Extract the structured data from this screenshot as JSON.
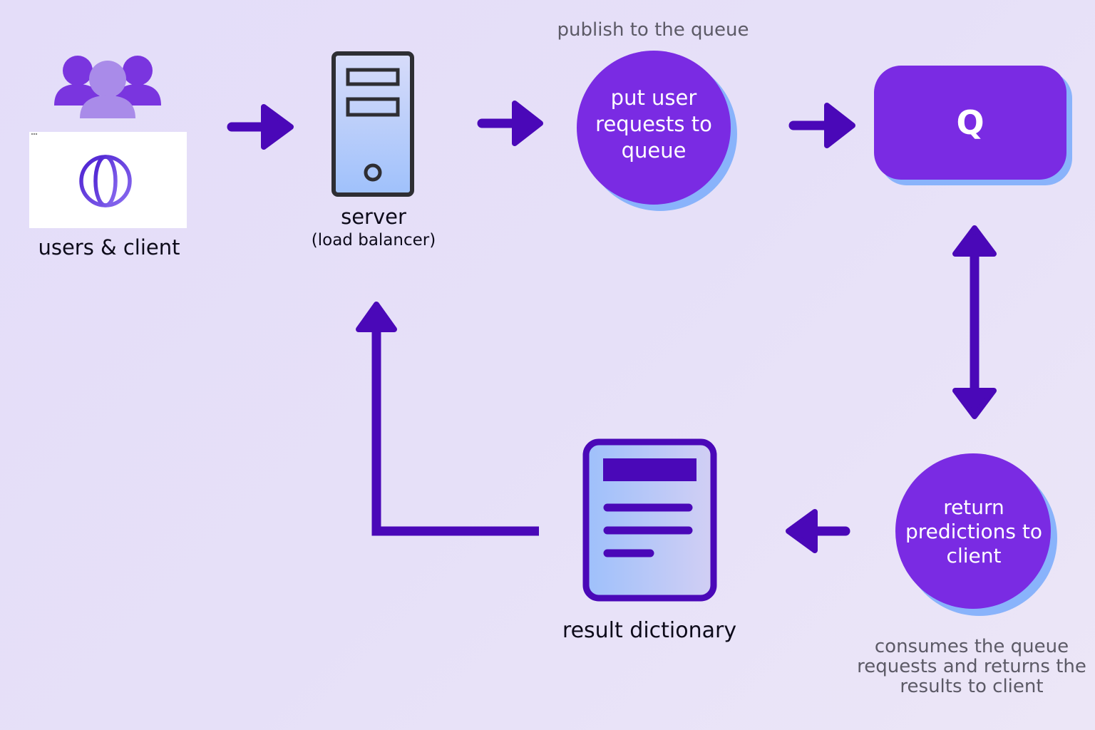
{
  "nodes": {
    "users": {
      "label": "users & client",
      "icon": "users-group-icon",
      "client_icon": "globe-icon"
    },
    "server": {
      "label": "server",
      "sublabel": "(load balancer)",
      "icon": "server-tower-icon"
    },
    "publish": {
      "note": "publish to the queue",
      "text": "put user requests to queue"
    },
    "queue": {
      "text": "Q"
    },
    "worker": {
      "text": "return predictions to client",
      "note": "consumes the queue requests and returns the results to client"
    },
    "result": {
      "label": "result dictionary",
      "icon": "document-icon"
    }
  },
  "colors": {
    "arrow": "#4a08b8",
    "circle_fill": "#7a2be3",
    "circle_shadow": "#89b3fb",
    "queue_fill": "#7a2be3",
    "icon_outline": "#2e2e33",
    "icon_gradient_top": "#cdd6fa",
    "icon_gradient_bottom": "#a0c0fb",
    "doc_outline": "#4a08b8",
    "users_icon": "#8a4fe6"
  }
}
